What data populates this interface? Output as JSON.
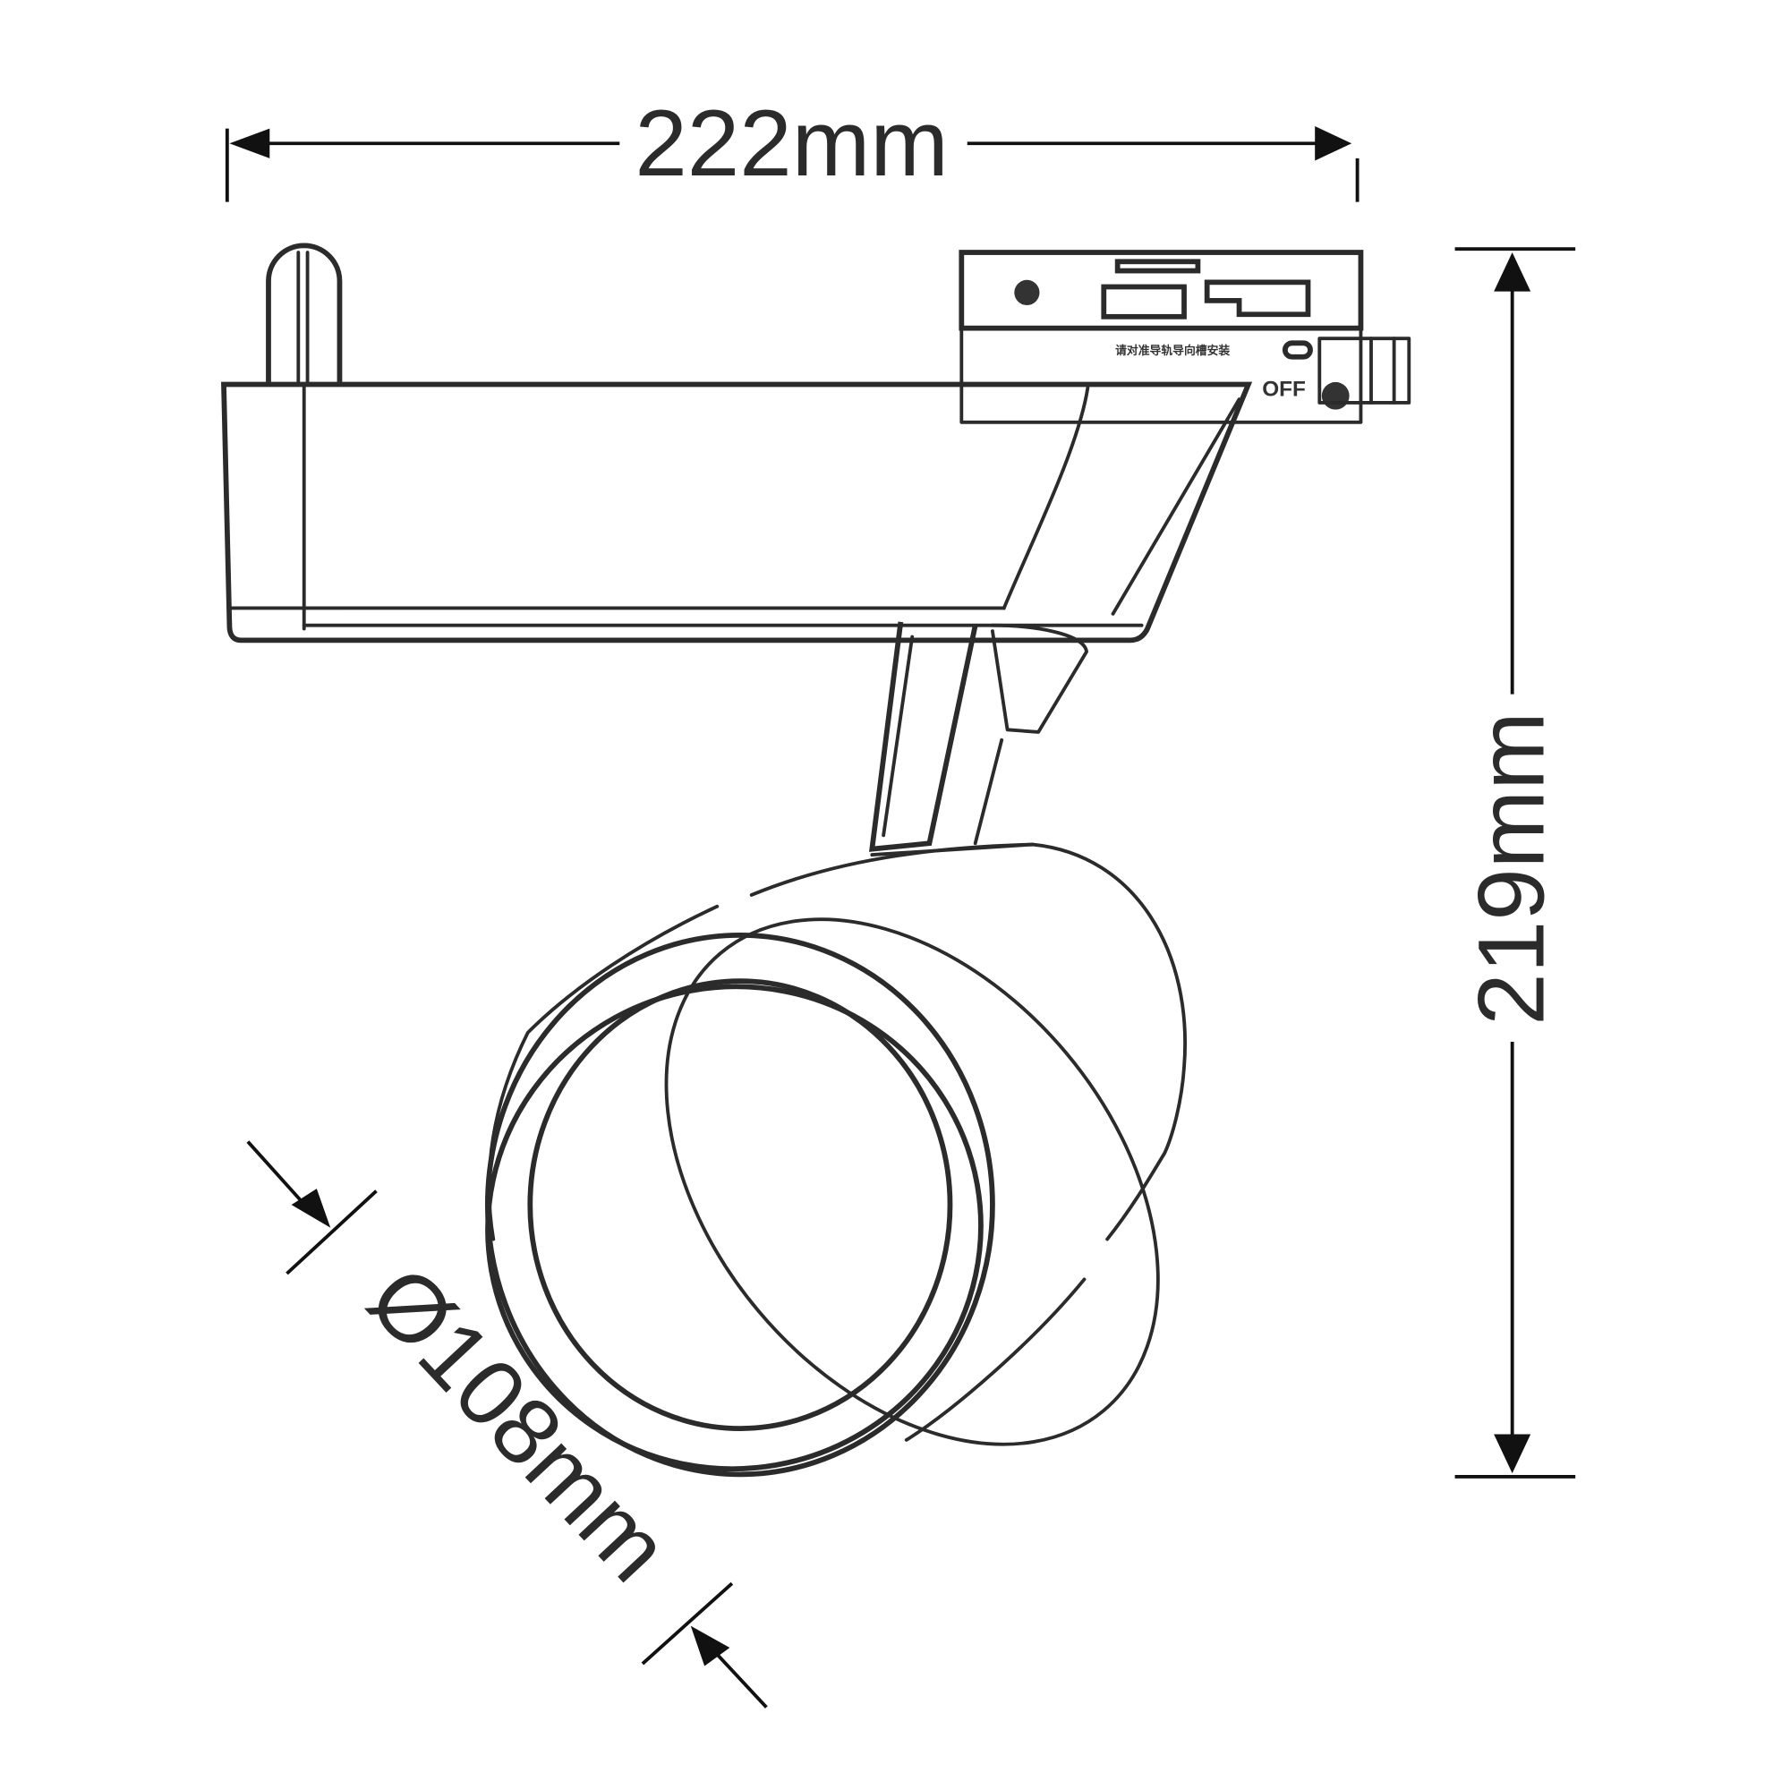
{
  "dimensions": {
    "width_label": "222mm",
    "height_label": "219mm",
    "diameter_label": "Ø108mm"
  },
  "adapter": {
    "instruction_text": "请对准导轨导向槽安装",
    "switch_label": "OFF"
  },
  "colors": {
    "line": "#2b2b2b",
    "background": "#ffffff"
  }
}
